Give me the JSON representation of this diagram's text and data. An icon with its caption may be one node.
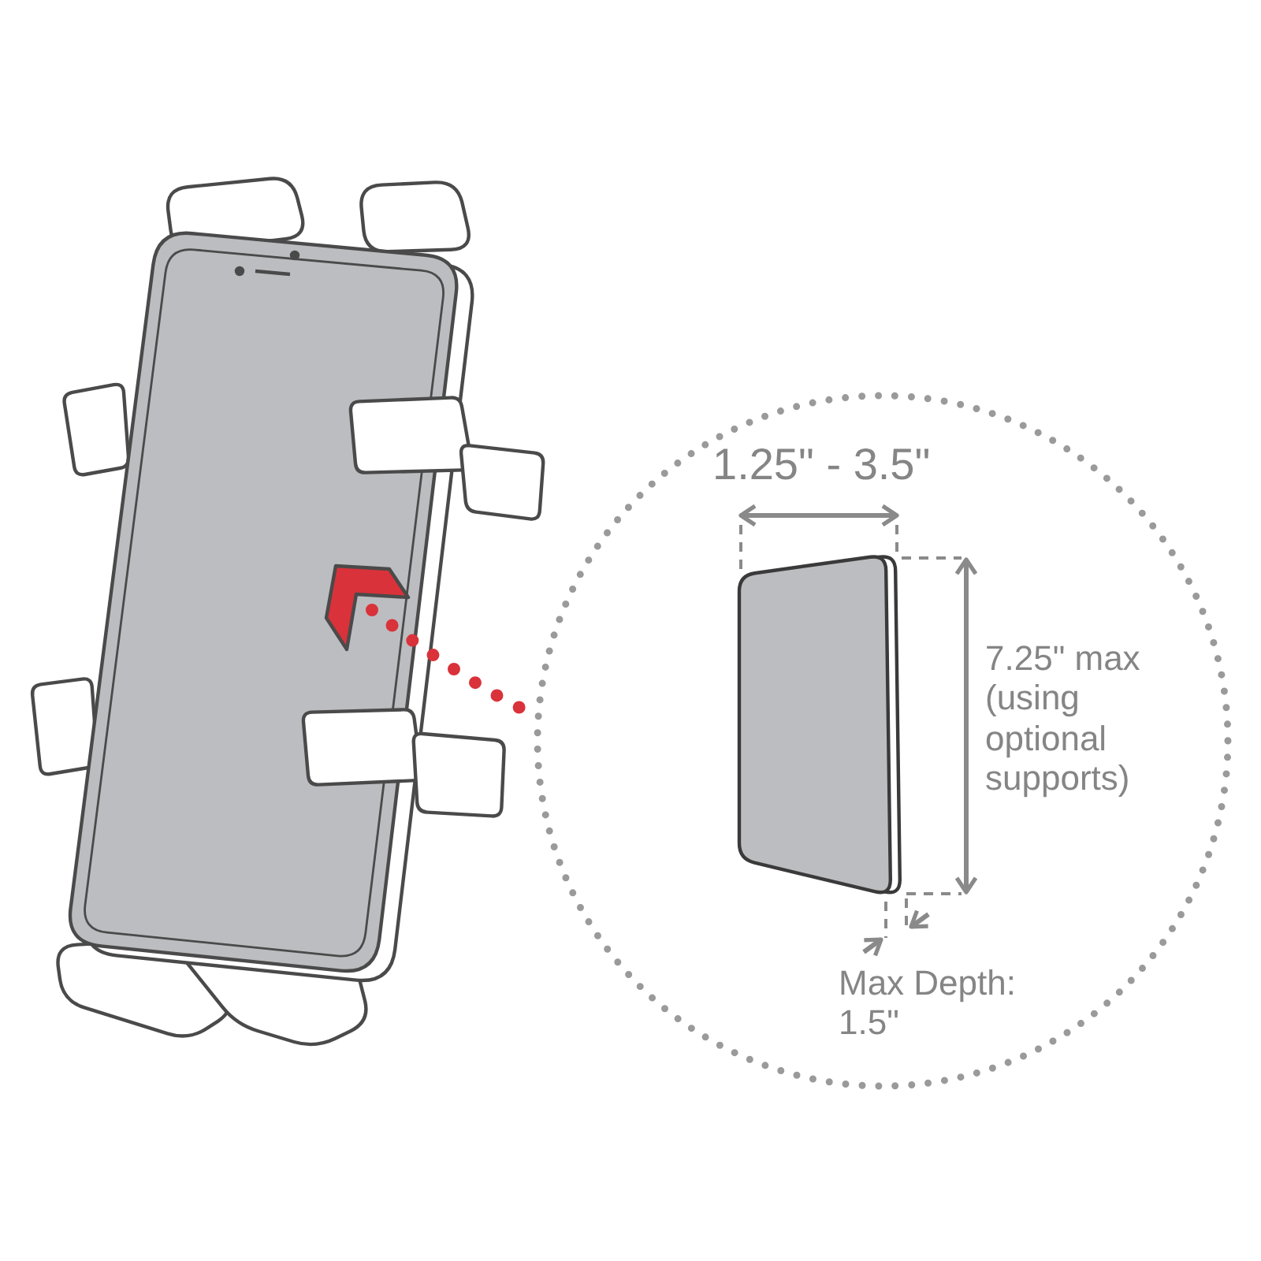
{
  "diagram": {
    "nodes": [
      {
        "text": [],
        "shape": "picture"
      },
      {
        "text": [],
        "shape": "circle"
      }
    ],
    "edges": [
      {
        "from": 0,
        "to": 1,
        "arrow": "none",
        "style": "dashed",
        "color": "#d9323a"
      }
    ],
    "labels": [
      "1.25\" - 3.5\"",
      "7.25\" max (using optional supports)",
      "Max Depth: 1.5\""
    ]
  }
}
